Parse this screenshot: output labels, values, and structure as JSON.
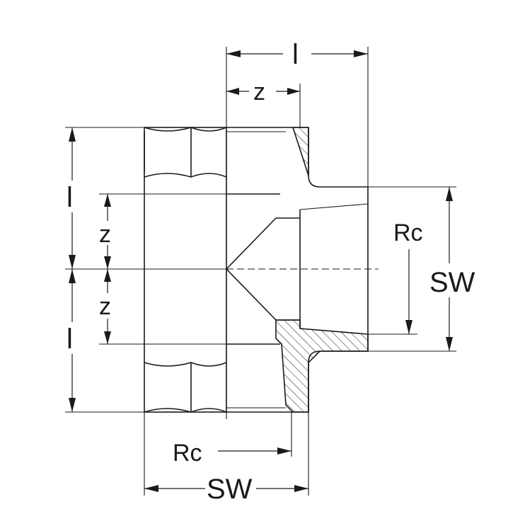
{
  "labels": {
    "l_top": "l",
    "z_top": "z",
    "l_left_upper": "l",
    "z_left_upper": "z",
    "z_left_lower": "z",
    "l_left_lower": "l",
    "rc_right": "Rc",
    "sw_right": "SW",
    "rc_bottom": "Rc",
    "sw_bottom": "SW"
  },
  "colors": {
    "line": "#1a1a1a",
    "background": "#ffffff"
  }
}
